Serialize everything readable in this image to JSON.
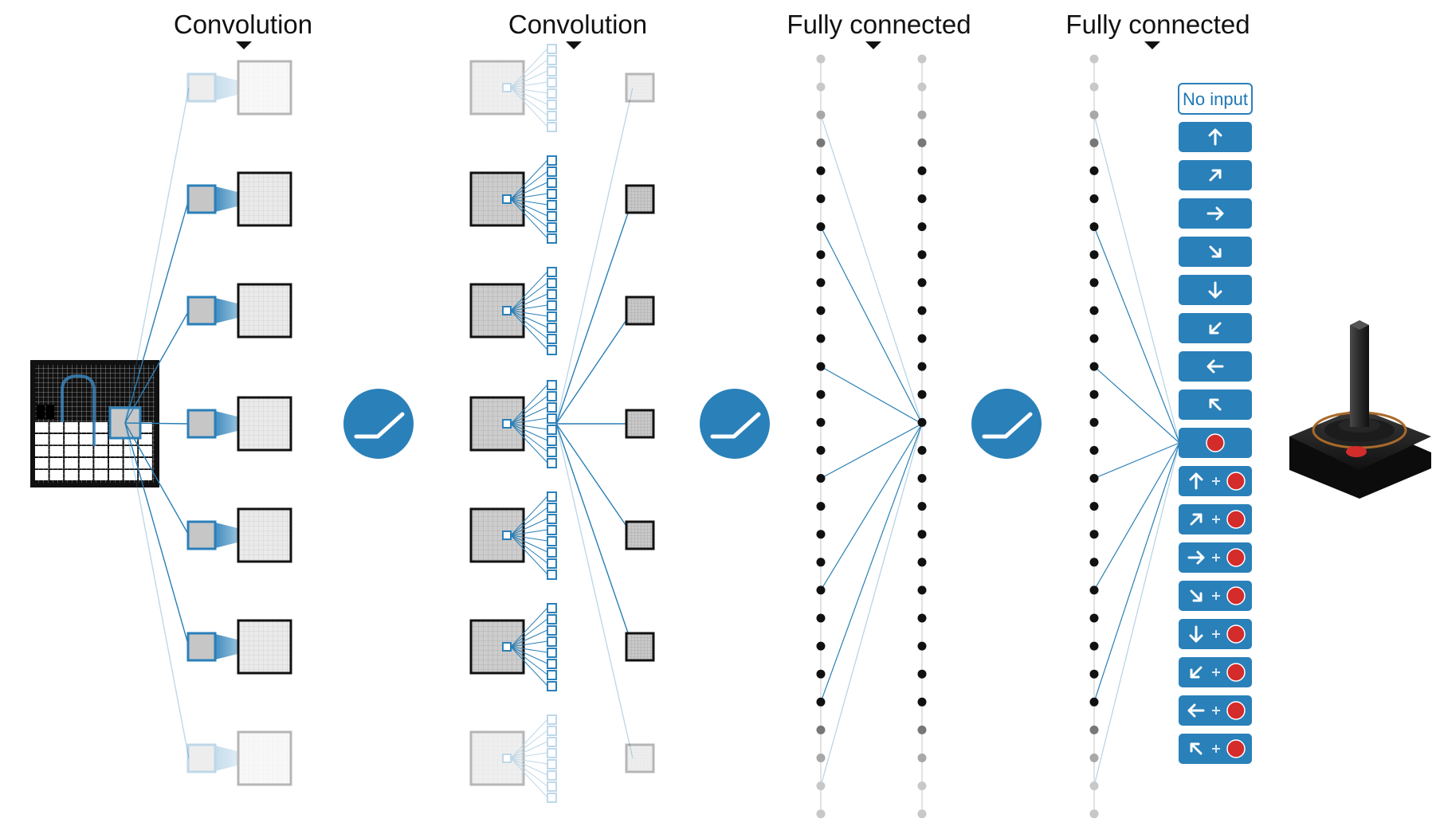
{
  "titles": {
    "conv1": "Convolution",
    "conv2": "Convolution",
    "fc1": "Fully connected",
    "fc2": "Fully connected"
  },
  "colors": {
    "accent": "#2a80b9",
    "line": "#2a7fb6",
    "fire": "#d42b2b",
    "neuron": "#111111",
    "neuron_mid": "#777777",
    "neuron_faint": "#c8c8c8"
  },
  "activation_icon": "relu-icon",
  "controller_icon": "joystick-icon",
  "actions": [
    {
      "label": "No input",
      "icons": []
    },
    {
      "label": "",
      "icons": [
        "arrow-up"
      ]
    },
    {
      "label": "",
      "icons": [
        "arrow-up-right"
      ]
    },
    {
      "label": "",
      "icons": [
        "arrow-right"
      ]
    },
    {
      "label": "",
      "icons": [
        "arrow-down-right"
      ]
    },
    {
      "label": "",
      "icons": [
        "arrow-down"
      ]
    },
    {
      "label": "",
      "icons": [
        "arrow-down-left"
      ]
    },
    {
      "label": "",
      "icons": [
        "arrow-left"
      ]
    },
    {
      "label": "",
      "icons": [
        "arrow-up-left"
      ]
    },
    {
      "label": "",
      "icons": [
        "fire-button"
      ]
    },
    {
      "label": "",
      "icons": [
        "arrow-up",
        "plus",
        "fire-button"
      ]
    },
    {
      "label": "",
      "icons": [
        "arrow-up-right",
        "plus",
        "fire-button"
      ]
    },
    {
      "label": "",
      "icons": [
        "arrow-right",
        "plus",
        "fire-button"
      ]
    },
    {
      "label": "",
      "icons": [
        "arrow-down-right",
        "plus",
        "fire-button"
      ]
    },
    {
      "label": "",
      "icons": [
        "arrow-down",
        "plus",
        "fire-button"
      ]
    },
    {
      "label": "",
      "icons": [
        "arrow-down-left",
        "plus",
        "fire-button"
      ]
    },
    {
      "label": "",
      "icons": [
        "arrow-left",
        "plus",
        "fire-button"
      ]
    },
    {
      "label": "",
      "icons": [
        "arrow-up-left",
        "plus",
        "fire-button"
      ]
    }
  ]
}
